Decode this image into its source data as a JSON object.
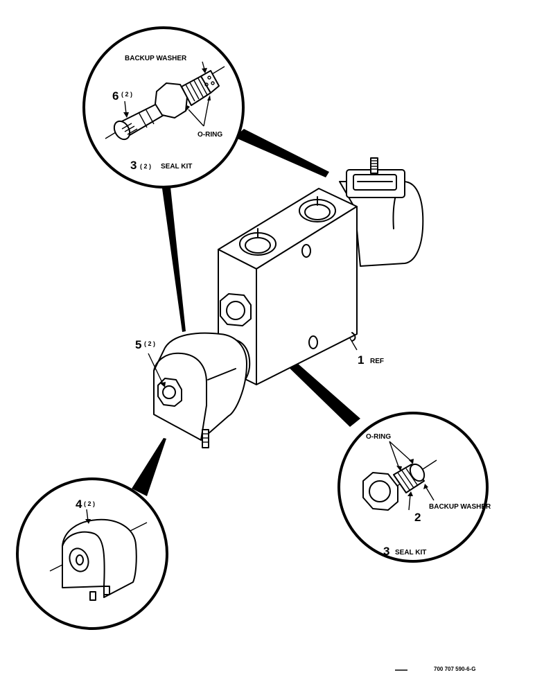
{
  "callouts": {
    "top_detail": {
      "backup_washer": "BACKUP WASHER",
      "part_6": "6",
      "part_6_qty": "( 2 )",
      "o_ring": "O-RING",
      "part_3": "3",
      "part_3_qty": "( 2 )",
      "seal_kit": "SEAL KIT"
    },
    "main_assembly": {
      "part_5": "5",
      "part_5_qty": "( 2 )",
      "part_1": "1",
      "ref": "REF"
    },
    "right_detail": {
      "o_ring": "O-RING",
      "part_2": "2",
      "backup_washer": "BACKUP WASHER",
      "part_3": "3",
      "seal_kit": "SEAL KIT"
    },
    "left_detail": {
      "part_4": "4",
      "part_4_qty": "( 2 )"
    }
  },
  "figure_id": "700 707 590-6-G"
}
